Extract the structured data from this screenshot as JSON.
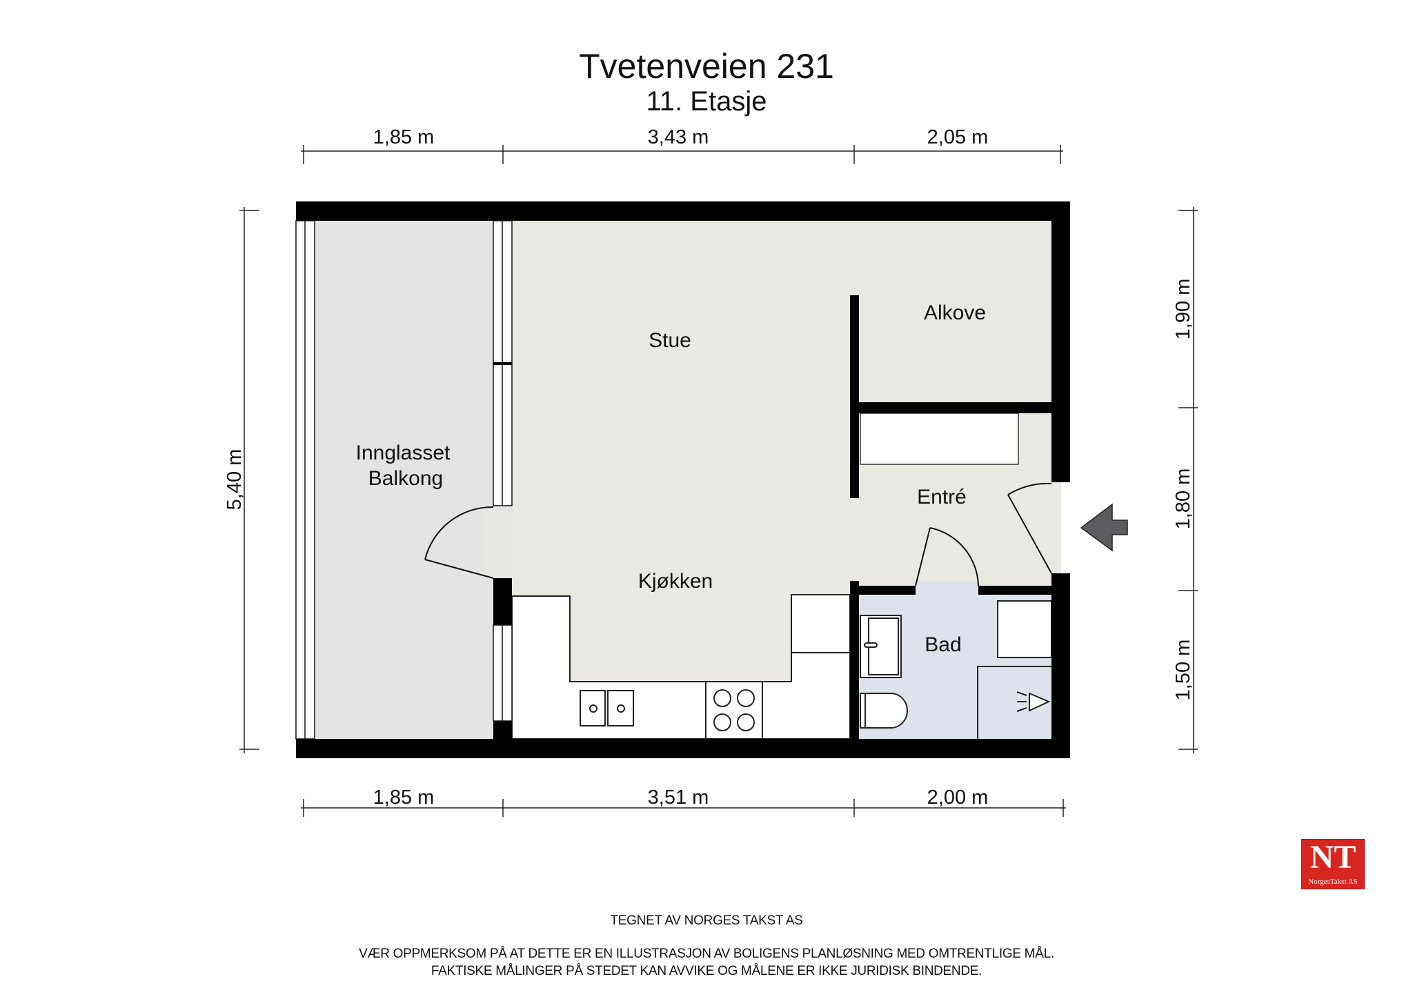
{
  "header": {
    "title": "Tvetenveien 231",
    "subtitle": "11. Etasje"
  },
  "dimensions": {
    "top": [
      "1,85 m",
      "3,43 m",
      "2,05 m"
    ],
    "bottom": [
      "1,85 m",
      "3,51 m",
      "2,00 m"
    ],
    "left": [
      "5,40 m"
    ],
    "right": [
      "1,90 m",
      "1,80 m",
      "1,50 m"
    ]
  },
  "rooms": {
    "balcony_line1": "Innglasset",
    "balcony_line2": "Balkong",
    "living": "Stue",
    "alcove": "Alkove",
    "entry": "Entré",
    "kitchen": "Kjøkken",
    "bath": "Bad"
  },
  "colors": {
    "wall": "#000000",
    "living_floor": "#e9e9e2",
    "balcony_floor": "#e4e4e4",
    "bath_floor": "#dce3ec",
    "entry_arrow": "#5a5c60",
    "logo_red": "#d7261f"
  },
  "icons": {
    "entry_arrow": "entrance-arrow-icon"
  },
  "logo": {
    "initials": "NT",
    "name": "NorgesTakst AS"
  },
  "footer": {
    "credit": "TEGNET AV NORGES TAKST AS",
    "disclaimer_line1": "VÆR OPPMERKSOM PÅ AT DETTE ER EN ILLUSTRASJON AV BOLIGENS PLANLØSNING MED OMTRENTLIGE MÅL.",
    "disclaimer_line2": "FAKTISKE MÅLINGER PÅ STEDET KAN AVVIKE OG MÅLENE ER IKKE JURIDISK BINDENDE."
  }
}
